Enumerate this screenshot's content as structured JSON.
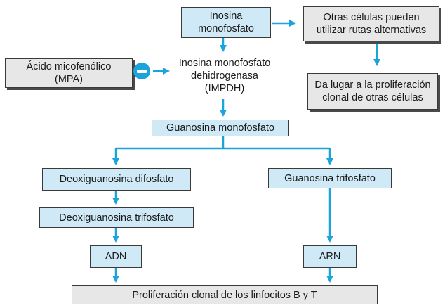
{
  "nodes": {
    "imp": {
      "line1": "Inosina",
      "line2": "monofosfato"
    },
    "otras": {
      "line1": "Otras células pueden",
      "line2": "utilizar rutas alternativas"
    },
    "prolif_otras": {
      "line1": "Da lugar a la proliferación",
      "line2": "clonal de otras células"
    },
    "mpa": {
      "line1": "Ácido micofenólico",
      "line2": "(MPA)"
    },
    "impdh": {
      "line1": "Inosina monofosfato",
      "line2": "dehidrogenasa",
      "line3": "(IMPDH)"
    },
    "gmp": {
      "label": "Guanosina monofosfato"
    },
    "dgdp": {
      "label": "Deoxiguanosina difosfato"
    },
    "gtp": {
      "label": "Guanosina trifosfato"
    },
    "dgtp": {
      "label": "Deoxiguanosina trifosfato"
    },
    "adn": {
      "label": "ADN"
    },
    "arn": {
      "label": "ARN"
    },
    "prolif_linf": {
      "label": "Proliferación clonal de los linfocitos B y T"
    }
  },
  "colors": {
    "arrow": "#1ba3dc",
    "box_blue": "#cfe9f7",
    "box_gray": "#e7e7e7",
    "inhibitor": "#1ba3dc"
  }
}
